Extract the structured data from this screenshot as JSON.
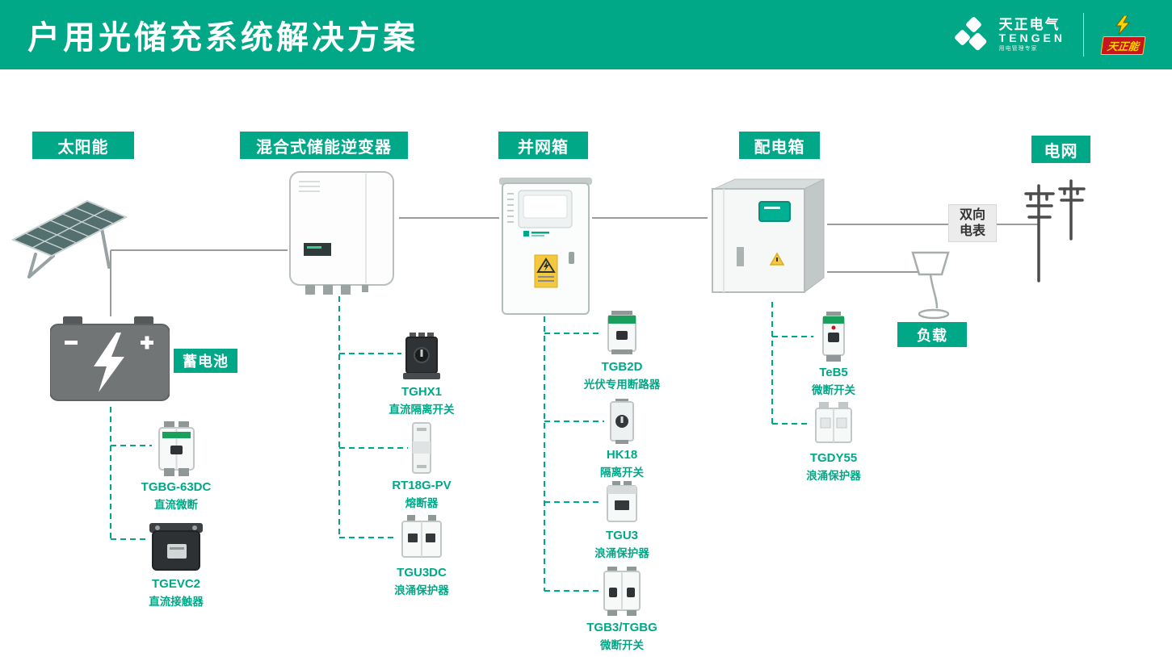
{
  "header": {
    "title": "户用光储充系统解决方案",
    "brand_cn": "天正电气",
    "brand_en": "TENGEN",
    "brand_slogan": "用电管理专家",
    "side_badge": "天正能"
  },
  "colors": {
    "accent_green": "#00A887",
    "line_gray": "#9B9B9B",
    "warning_yellow": "#F3C83E",
    "badge_red": "#C8161E",
    "badge_yellow": "#FFD400"
  },
  "labels": {
    "solar": "太阳能",
    "inverter": "混合式储能逆变器",
    "grid_box": "并网箱",
    "dist_box": "配电箱",
    "grid": "电网",
    "battery": "蓄电池",
    "load": "负载"
  },
  "meter": {
    "line1": "双向",
    "line2": "电表"
  },
  "components": {
    "battery": [
      {
        "name": "TGBG-63DC",
        "desc": "直流微断"
      },
      {
        "name": "TGEVC2",
        "desc": "直流接触器"
      }
    ],
    "inverter": [
      {
        "name": "TGHX1",
        "desc": "直流隔离开关"
      },
      {
        "name": "RT18G-PV",
        "desc": "熔断器"
      },
      {
        "name": "TGU3DC",
        "desc": "浪涌保护器"
      }
    ],
    "grid_box": [
      {
        "name": "TGB2D",
        "desc": "光伏专用断路器"
      },
      {
        "name": "HK18",
        "desc": "隔离开关"
      },
      {
        "name": "TGU3",
        "desc": "浪涌保护器"
      },
      {
        "name": "TGB3/TGBG",
        "desc": "微断开关"
      }
    ],
    "dist_box": [
      {
        "name": "TeB5",
        "desc": "微断开关"
      },
      {
        "name": "TGDY55",
        "desc": "浪涌保护器"
      }
    ]
  }
}
